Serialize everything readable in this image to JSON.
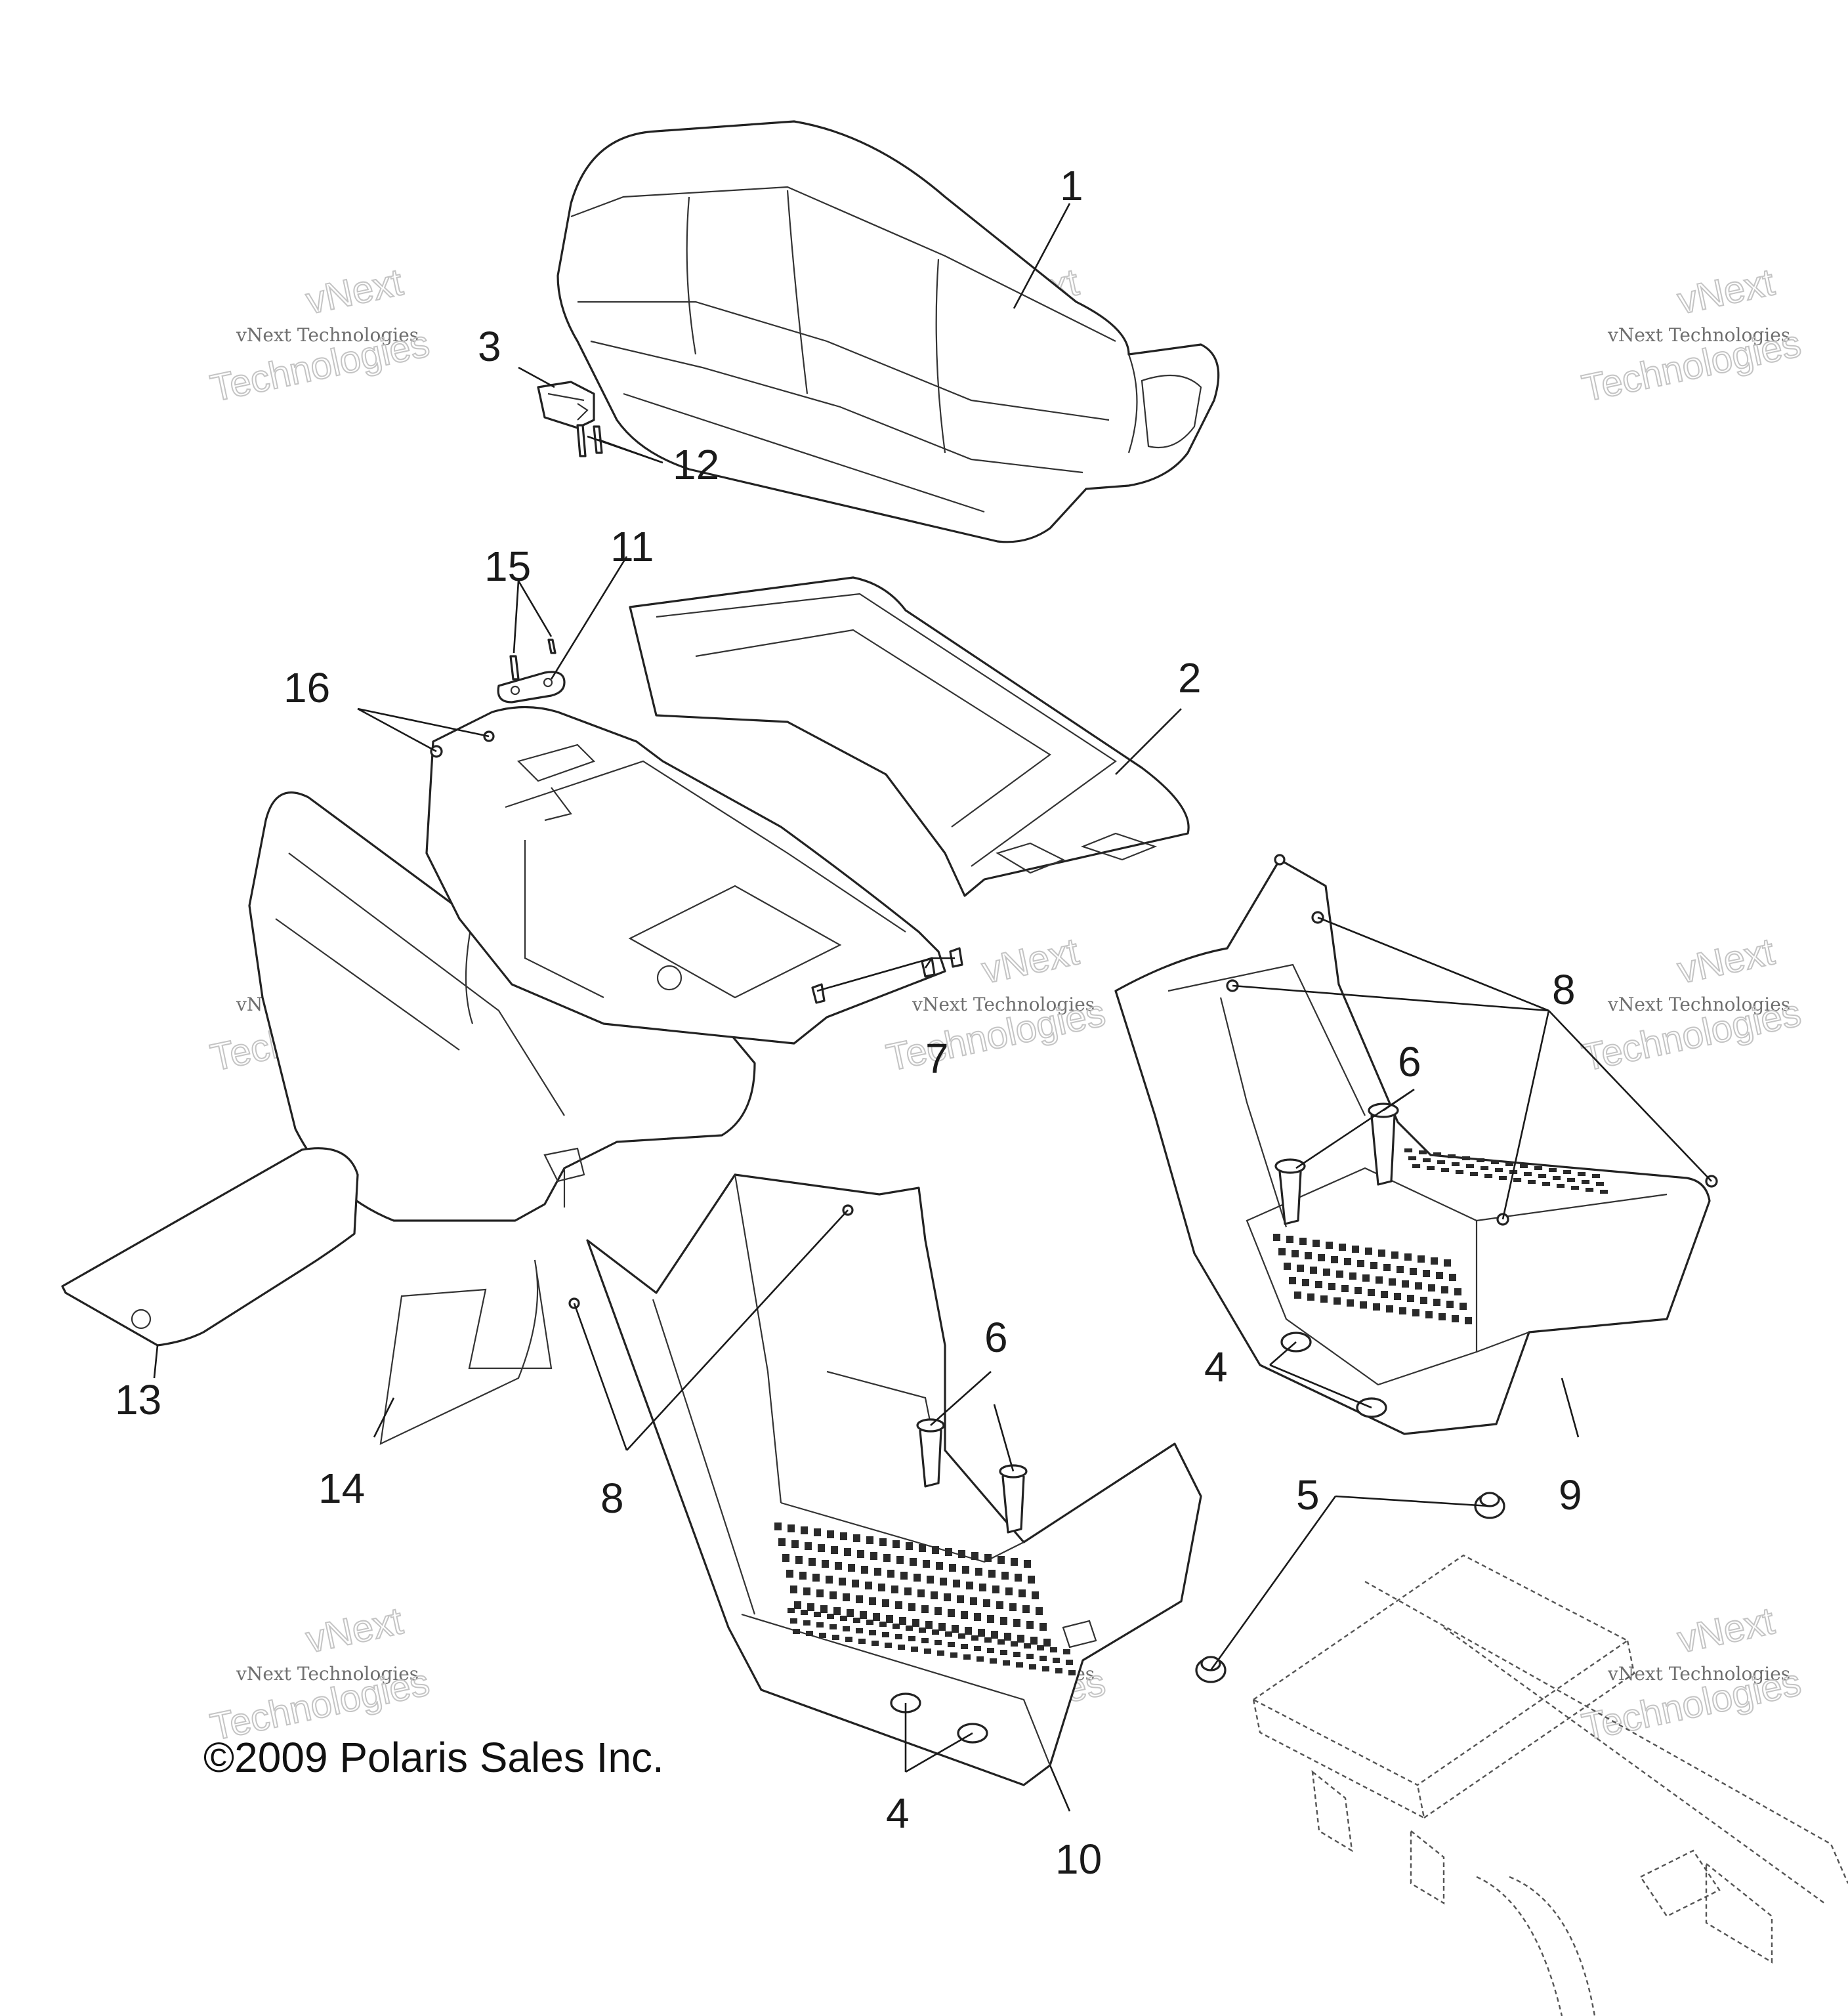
{
  "diagram": {
    "copyright": "©2009 Polaris Sales Inc.",
    "watermark": {
      "line1": "vNext",
      "line2": "vNext Technologies",
      "line3": "Technologies"
    },
    "callouts": [
      {
        "id": "1",
        "label": "1"
      },
      {
        "id": "2",
        "label": "2"
      },
      {
        "id": "3",
        "label": "3"
      },
      {
        "id": "4a",
        "label": "4"
      },
      {
        "id": "4b",
        "label": "4"
      },
      {
        "id": "5",
        "label": "5"
      },
      {
        "id": "6a",
        "label": "6"
      },
      {
        "id": "6b",
        "label": "6"
      },
      {
        "id": "7",
        "label": "7"
      },
      {
        "id": "8a",
        "label": "8"
      },
      {
        "id": "8b",
        "label": "8"
      },
      {
        "id": "9",
        "label": "9"
      },
      {
        "id": "10",
        "label": "10"
      },
      {
        "id": "11",
        "label": "11"
      },
      {
        "id": "12",
        "label": "12"
      },
      {
        "id": "13",
        "label": "13"
      },
      {
        "id": "14",
        "label": "14"
      },
      {
        "id": "15",
        "label": "15"
      },
      {
        "id": "16",
        "label": "16"
      }
    ]
  }
}
